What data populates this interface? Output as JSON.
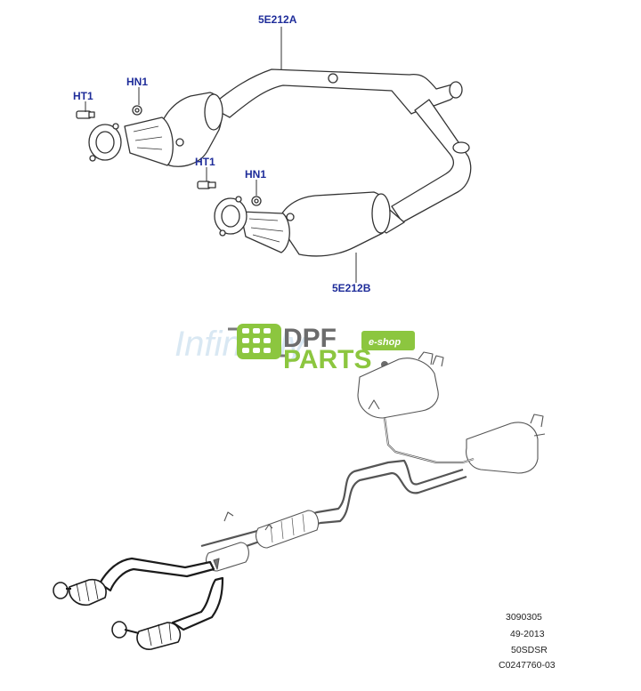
{
  "top_diagram": {
    "callouts": {
      "pipe_a": "5E212A",
      "pipe_b": "5E212B",
      "ht_upper": "HT1",
      "hn_upper": "HN1",
      "ht_lower": "HT1",
      "hn_lower": "HN1"
    }
  },
  "watermark": {
    "brand_left": "DPF",
    "brand_right": "PARTS",
    "badge": "e-shop",
    "ghost_text": "Infinitely"
  },
  "reference_block": {
    "lines": [
      "3090305",
      "49-2013",
      "50SDSR",
      "C0247760-03"
    ]
  },
  "colors": {
    "callout_text": "#1f2d9a",
    "line_art": "#333333",
    "highlight_part": "#1b1b1b",
    "brand_green": "#8cc63f",
    "brand_grey": "#6c6c6c"
  }
}
